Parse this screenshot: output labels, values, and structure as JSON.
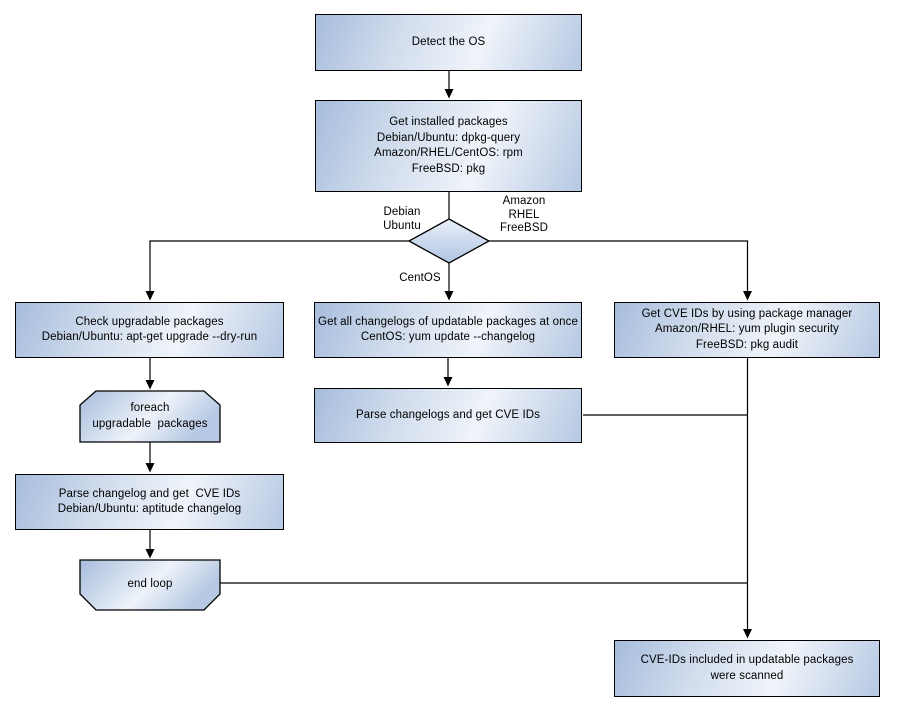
{
  "colors": {
    "node_fill_dark": "#a6bcdc",
    "node_fill_light": "#f0f4fa",
    "node_fill_mid": "#b6c8e3",
    "node_border": "#000000",
    "background": "#ffffff"
  },
  "nodes": {
    "detect_os": "Detect the OS",
    "get_installed_packages": "Get installed packages\nDebian/Ubuntu: dpkg-query\nAmazon/RHEL/CentOS: rpm\nFreeBSD: pkg",
    "check_upgradable": "Check upgradable packages\nDebian/Ubuntu: apt-get upgrade --dry-run",
    "foreach_loop": "foreach\nupgradable  packages",
    "parse_changelog_debian": "Parse changelog and get  CVE IDs\nDebian/Ubuntu: aptitude changelog",
    "end_loop": "end loop",
    "get_all_changelogs": "Get all changelogs of updatable packages at once\nCentOS: yum update --changelog",
    "parse_changelogs_centos": "Parse changelogs and get CVE IDs",
    "get_cve_ids_pkg_manager": "Get CVE IDs by using package manager\nAmazon/RHEL: yum plugin security\nFreeBSD: pkg audit",
    "result_scanned": "CVE-IDs included in updatable packages\nwere scanned"
  },
  "edge_labels": {
    "left_branch": "Debian\nUbuntu",
    "right_branch": "Amazon\nRHEL\nFreeBSD",
    "bottom_branch": "CentOS"
  }
}
